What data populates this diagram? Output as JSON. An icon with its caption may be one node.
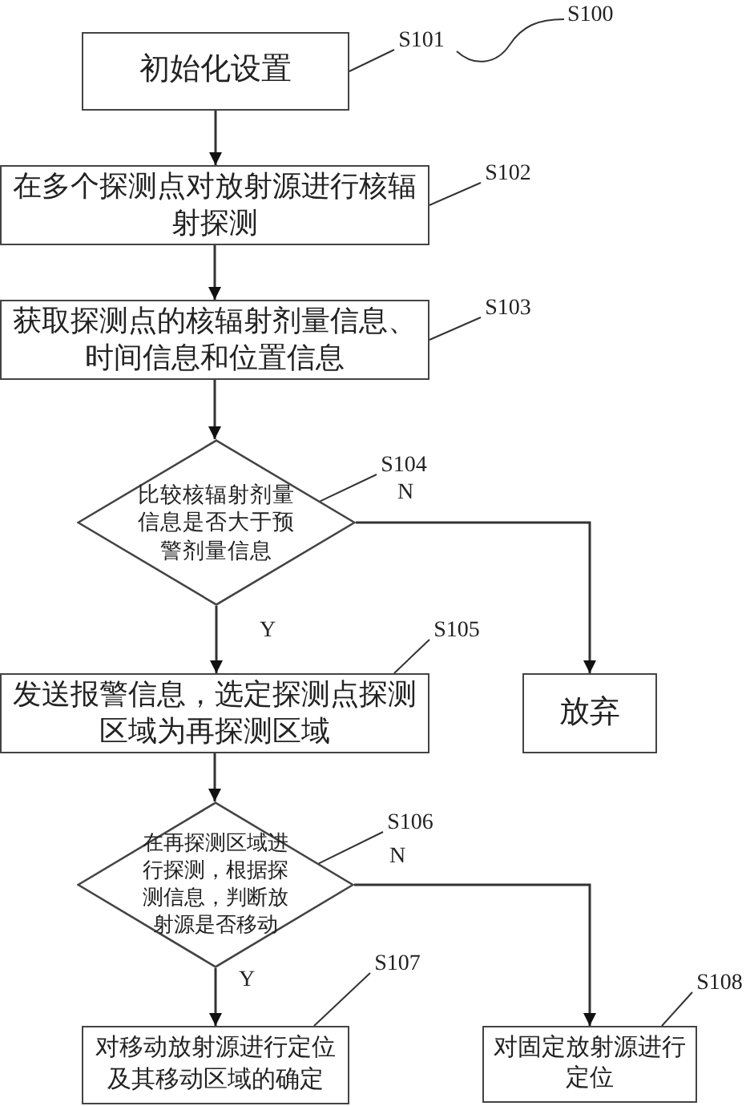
{
  "diagram": {
    "nodes": [
      {
        "text": [
          "初始化设置"
        ]
      },
      {
        "text": [
          "在多个探测点对放射源进行核辐射探测"
        ]
      },
      {
        "text": [
          "获取探测点的核辐射剂量信息、时间信息和位置信息"
        ]
      },
      {
        "text": [
          "比较核辐射剂量信息是否大于预警剂量信息"
        ]
      },
      {
        "text": [
          "发送报警信息，选定探测点探测区域为再探测区域"
        ]
      },
      {
        "text": [
          "放弃"
        ]
      },
      {
        "text": [
          "在再探测区域进行探测，根据探测信息，判断放射源是否移动"
        ]
      },
      {
        "text": [
          "对移动放射源进行定位及其移动区域的确定"
        ]
      },
      {
        "text": [
          "对固定放射源进行定位"
        ]
      },
      {
        "text": [
          "S101"
        ]
      },
      {
        "text": [
          "S102"
        ]
      },
      {
        "text": [
          "S103"
        ]
      },
      {
        "text": [
          "S104"
        ]
      },
      {
        "text": [
          "S105"
        ]
      },
      {
        "text": [
          "S106"
        ]
      },
      {
        "text": [
          "S107"
        ]
      },
      {
        "text": [
          "S108"
        ]
      }
    ],
    "edges": [
      {
        "from": 0,
        "to": 1,
        "arrow": "to"
      },
      {
        "from": 1,
        "to": 2,
        "arrow": "to"
      },
      {
        "from": 2,
        "to": 3,
        "arrow": "to"
      },
      {
        "from": 3,
        "to": 4,
        "arrow": "to",
        "label": "Y"
      },
      {
        "from": 3,
        "to": 5,
        "arrow": "to",
        "label": "N"
      },
      {
        "from": 4,
        "to": 6,
        "arrow": "to"
      },
      {
        "from": 6,
        "to": 7,
        "arrow": "to",
        "label": "Y"
      },
      {
        "from": 6,
        "to": 8,
        "arrow": "to",
        "label": "N"
      },
      {
        "from": 9,
        "to": 0,
        "arrow": "none"
      },
      {
        "from": 10,
        "to": 1,
        "arrow": "none"
      },
      {
        "from": 11,
        "to": 2,
        "arrow": "none"
      },
      {
        "from": 12,
        "to": 3,
        "arrow": "none"
      },
      {
        "from": 13,
        "to": 4,
        "arrow": "none"
      },
      {
        "from": 14,
        "to": 6,
        "arrow": "none"
      },
      {
        "from": 15,
        "to": 7,
        "arrow": "none"
      },
      {
        "from": 16,
        "to": 8,
        "arrow": "none"
      }
    ],
    "labels": [
      "S100"
    ]
  }
}
